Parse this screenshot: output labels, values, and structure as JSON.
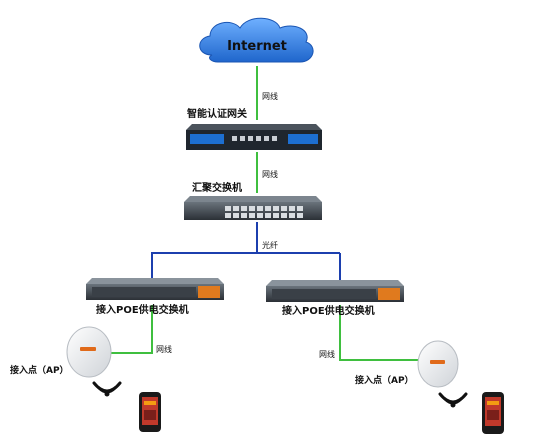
{
  "nodes": {
    "internet": "Internet",
    "gateway": "智能认证网关",
    "aggregation": "汇聚交换机",
    "poe_left": "接入POE供电交换机",
    "poe_right": "接入POE供电交换机",
    "ap_left": "接入点（AP）",
    "ap_right": "接入点（AP）"
  },
  "links": {
    "internet_gateway": "网线",
    "gateway_aggregation": "网线",
    "aggregation_poe": "光纤",
    "poe_left_ap": "网线",
    "poe_right_ap": "网线"
  },
  "colors": {
    "cloud": "#2f7fe0",
    "copper_line": "#3fbf3f",
    "fiber_line": "#1c3fae",
    "device_body": "#2a2f36",
    "gateway_front": "#1d6fd1",
    "ap_logo": "#e06a1a"
  },
  "icons": [
    "cloud-icon",
    "gateway-device",
    "switch-device",
    "poe-switch-device",
    "access-point-device",
    "wifi-icon",
    "phone-icon"
  ]
}
